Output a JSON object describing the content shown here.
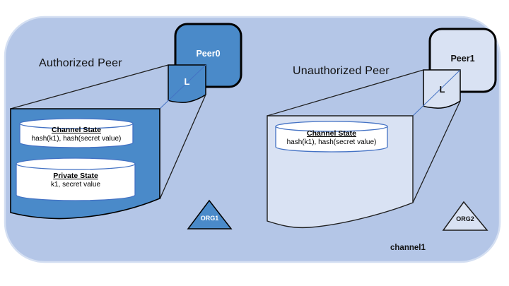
{
  "colors": {
    "bg_blue": "#b4c6e7",
    "dark_blue": "#4a8ac9",
    "light_panel": "#d9e2f3",
    "cylinder_stroke": "#4472c4",
    "line_black": "#1f1f1f",
    "outline_black": "#000000",
    "canvas_white": "#ffffff"
  },
  "channel": {
    "label": "channel1"
  },
  "authorized": {
    "title": "Authorized Peer",
    "peer_label": "Peer0",
    "ledger_label": "L",
    "org_label": "ORG1",
    "channel_state": {
      "title": "Channel State",
      "content": "hash(k1), hash(secret value)"
    },
    "private_state": {
      "title": "Private State",
      "content": "k1, secret value"
    }
  },
  "unauthorized": {
    "title": "Unauthorized Peer",
    "peer_label": "Peer1",
    "ledger_label": "L",
    "org_label": "ORG2",
    "channel_state": {
      "title": "Channel State",
      "content": "hash(k1), hash(secret value)"
    }
  }
}
